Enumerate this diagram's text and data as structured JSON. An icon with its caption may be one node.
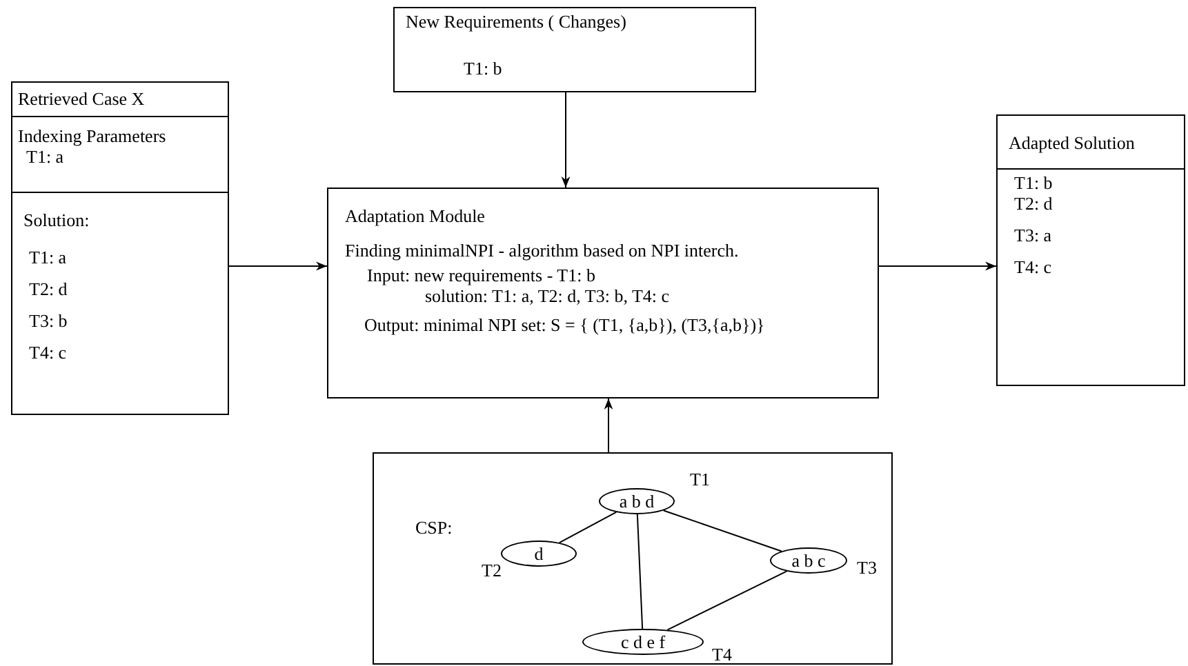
{
  "diagram": {
    "nodes": [
      {
        "text": [
          "Retrieved Case X",
          "Indexing Parameters",
          "T1: a",
          "Solution:",
          "T1: a",
          "T2: d",
          "T3: b",
          "T4: c"
        ]
      },
      {
        "text": [
          "New Requirements ( Changes)",
          "T1: b"
        ]
      },
      {
        "text": [
          "Adaptation Module",
          "Finding minimalNPI - algorithm based on NPI interch.",
          "Input: new requirements - T1: b",
          "solution: T1: a, T2: d, T3: b, T4: c",
          "Output: minimal NPI set: S = { (T1, {a,b}), (T3,{a,b})}"
        ]
      },
      {
        "text": [
          "Adapted Solution",
          "T1: b",
          "T2: d",
          "T3: a",
          "T4: c"
        ]
      },
      {
        "text": [
          "CSP:"
        ]
      },
      {
        "text": [
          "a b d"
        ],
        "in": 4,
        "beside": [
          "T1"
        ]
      },
      {
        "text": [
          "d"
        ],
        "in": 4,
        "beside": [
          "T2"
        ]
      },
      {
        "text": [
          "a b c"
        ],
        "in": 4,
        "beside": [
          "T3"
        ]
      },
      {
        "text": [
          "c d e f"
        ],
        "in": 4,
        "beside": [
          "T4"
        ]
      }
    ],
    "edges": [
      {
        "from": 0,
        "to": 2,
        "arrow": "to"
      },
      {
        "from": 1,
        "to": 2,
        "arrow": "to"
      },
      {
        "from": 2,
        "to": 3,
        "arrow": "to"
      },
      {
        "from": 4,
        "to": 2,
        "arrow": "to"
      },
      {
        "from": 5,
        "to": 6,
        "arrow": "none"
      },
      {
        "from": 5,
        "to": 7,
        "arrow": "none"
      },
      {
        "from": 5,
        "to": 8,
        "arrow": "none"
      },
      {
        "from": 7,
        "to": 8,
        "arrow": "none"
      }
    ]
  }
}
